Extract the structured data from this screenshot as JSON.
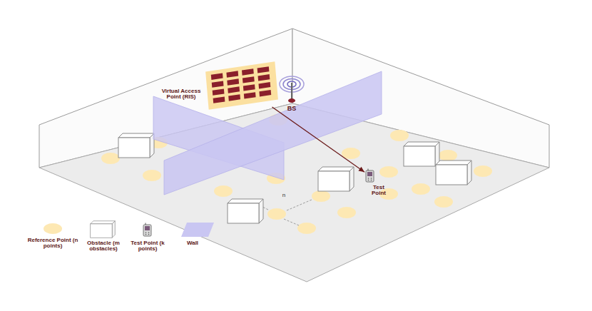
{
  "diagram": {
    "nodes": [
      {
        "text": [
          "Virtual Access Point (RIS)"
        ]
      },
      {
        "text": [
          "BS"
        ]
      },
      {
        "text": [
          "Test Point"
        ]
      }
    ],
    "edges": [
      {
        "from": 0,
        "to": 2,
        "arrow": "to"
      }
    ],
    "labels": [
      "n"
    ],
    "legend": [
      {
        "text": "Reference Point (n points)",
        "color": "#fde8b3"
      },
      {
        "text": "Obstacle (m obstacles)"
      },
      {
        "text": "Test Point (k points)"
      },
      {
        "text": "Wall",
        "color": "#c9c6f2"
      }
    ]
  }
}
